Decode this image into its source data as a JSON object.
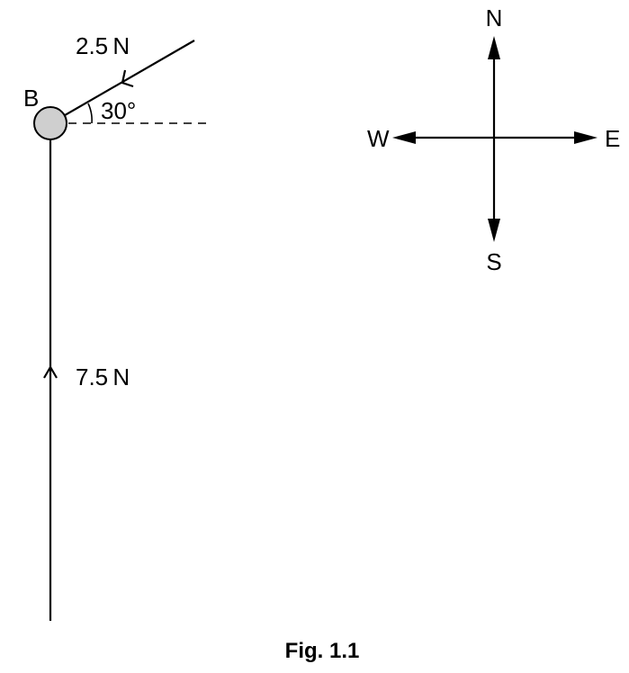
{
  "figure": {
    "caption": "Fig. 1.1"
  },
  "object": {
    "label": "B",
    "fill_color": "#cfcfcf"
  },
  "forces": [
    {
      "magnitude_label": "2.5 N",
      "angle_label": "30°"
    },
    {
      "magnitude_label": "7.5 N"
    }
  ],
  "compass": {
    "north": "N",
    "south": "S",
    "east": "E",
    "west": "W"
  }
}
